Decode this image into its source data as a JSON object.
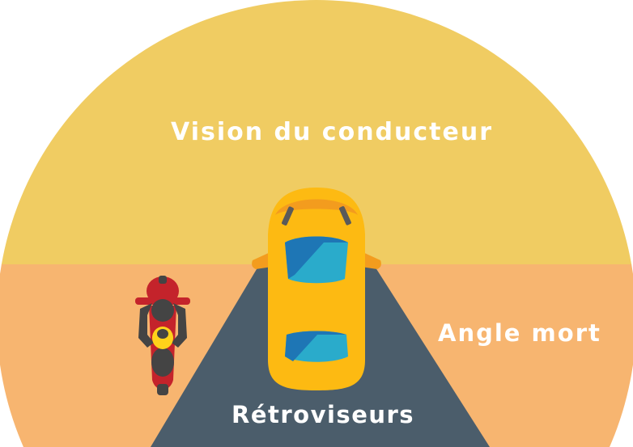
{
  "labels": {
    "driver_vision": "Vision du conducteur",
    "blind_spot": "Angle mort",
    "mirrors": "Rétroviseurs"
  },
  "colors": {
    "vision_zone": "#F0CC62",
    "blind_spot_zone": "#F7B570",
    "road": "#4B5D6B",
    "car_body": "#FDBA12",
    "car_roof_accent": "#F39C1E",
    "windshield": "#2AABCB",
    "windshield_shade": "#1E76B5",
    "motorcycle": "#C4232B",
    "rider_helmet": "#FFD21A",
    "rider_suit": "#444444",
    "label_text": "#FFFFFF"
  },
  "icons": {
    "car": "car-topdown-icon",
    "motorcycle": "motorcycle-topdown-icon"
  }
}
